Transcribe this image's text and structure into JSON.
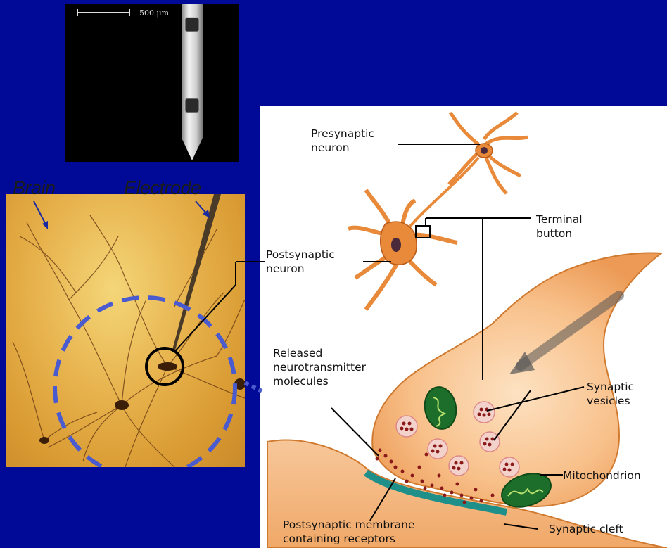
{
  "micrograph": {
    "scale_label": "500 μm"
  },
  "photo": {
    "labels": {
      "brain": "Brain",
      "electrode": "Electrode"
    }
  },
  "diagram": {
    "labels": {
      "presynaptic": "Presynaptic\nneuron",
      "terminal": "Terminal\nbutton",
      "postsynaptic_neuron": "Postsynaptic\nneuron",
      "released": "Released\nneurotransmitter\nmolecules",
      "vesicles": "Synaptic\nvesicles",
      "mitochondrion": "Mitochondrion",
      "cleft": "Synaptic cleft",
      "membrane": "Postsynaptic membrane\ncontaining receptors"
    }
  },
  "colors": {
    "background": "#000a96",
    "neuron": "#e88a3a",
    "terminal": "#f7b57a",
    "mito": "#1d6e2a",
    "receptor": "#1f8f8a",
    "dashed_circle": "#4a5bd0"
  }
}
